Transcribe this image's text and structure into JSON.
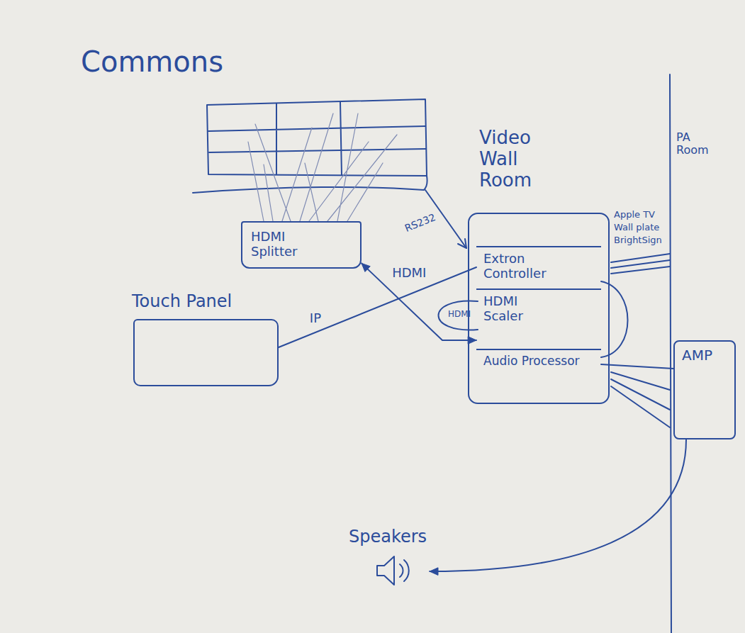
{
  "diagram": {
    "title": "Commons",
    "nodes": [
      {
        "text": [
          "HDMI Splitter"
        ]
      },
      {
        "text": [
          "Touch Panel"
        ]
      },
      {
        "text": [
          "Video Wall Room"
        ]
      },
      {
        "text": [
          "Extron Controller"
        ],
        "in": 2
      },
      {
        "text": [
          "HDMI Scaler"
        ],
        "in": 2
      },
      {
        "text": [
          "Audio Processor"
        ],
        "in": 2
      },
      {
        "text": [
          "AMP"
        ]
      },
      {
        "text": [
          "Speakers"
        ]
      }
    ],
    "edges": [
      {
        "from": 1,
        "to": 3,
        "label": "IP",
        "arrow": "none"
      },
      {
        "from": 4,
        "to": 0,
        "label": "HDMI",
        "arrow": "both"
      },
      {
        "from": 3,
        "to": 5,
        "arrow": "none"
      },
      {
        "from": 5,
        "to": 6,
        "arrow": "none"
      },
      {
        "from": 6,
        "to": 7,
        "arrow": "to"
      }
    ],
    "labels": [
      "RS232",
      "HDMI",
      "Apple TV",
      "Wall plate",
      "BrightSign",
      "PA Room"
    ]
  }
}
